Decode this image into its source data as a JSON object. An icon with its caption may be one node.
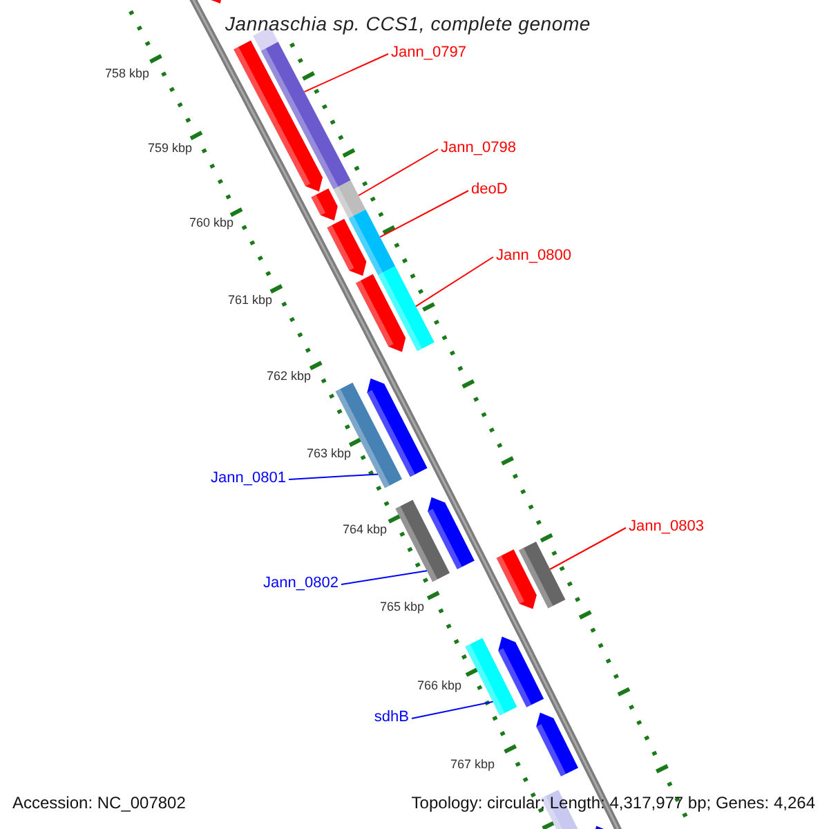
{
  "diagram": {
    "title": "Jannaschia sp. CCS1, complete genome",
    "nodes": [
      {
        "text": [
          "Jann_0797"
        ]
      },
      {
        "text": [],
        "shape": "bar"
      },
      {
        "text": [
          "Jann_0798"
        ]
      },
      {
        "text": [],
        "shape": "bar"
      },
      {
        "text": [
          "deoD"
        ]
      },
      {
        "text": [],
        "shape": "bar"
      },
      {
        "text": [
          "Jann_0800"
        ]
      },
      {
        "text": [],
        "shape": "bar"
      },
      {
        "text": [
          "Jann_0801"
        ]
      },
      {
        "text": [],
        "shape": "bar"
      },
      {
        "text": [
          "Jann_0803"
        ]
      },
      {
        "text": [],
        "shape": "bar"
      },
      {
        "text": [
          "Jann_0802"
        ]
      },
      {
        "text": [],
        "shape": "bar"
      },
      {
        "text": [
          "sdhB"
        ]
      },
      {
        "text": [],
        "shape": "bar"
      },
      {
        "text": [],
        "shape": "arrow"
      },
      {
        "text": [],
        "shape": "arrow"
      },
      {
        "text": [],
        "shape": "arrow"
      },
      {
        "text": [],
        "shape": "arrow"
      },
      {
        "text": [],
        "shape": "arrow"
      },
      {
        "text": [],
        "shape": "arrow"
      },
      {
        "text": [],
        "shape": "arrow"
      },
      {
        "text": [],
        "shape": "arrow"
      },
      {
        "text": [],
        "shape": "arrow"
      },
      {
        "text": [],
        "shape": "arrow"
      },
      {
        "text": [],
        "shape": "bar"
      },
      {
        "text": [],
        "shape": "arrow"
      }
    ],
    "edges": [
      {
        "from": 0,
        "to": 1,
        "arrow": "none"
      },
      {
        "from": 2,
        "to": 3,
        "arrow": "none"
      },
      {
        "from": 4,
        "to": 5,
        "arrow": "none"
      },
      {
        "from": 6,
        "to": 7,
        "arrow": "none"
      },
      {
        "from": 8,
        "to": 9,
        "arrow": "none",
        "color": "#0000ff"
      },
      {
        "from": 10,
        "to": 11,
        "arrow": "none"
      },
      {
        "from": 12,
        "to": 13,
        "arrow": "none",
        "color": "#0000ff"
      },
      {
        "from": 14,
        "to": 15,
        "arrow": "none",
        "color": "#0000ff"
      }
    ],
    "labels": [
      "758 kbp",
      "759 kbp",
      "760 kbp",
      "761 kbp",
      "762 kbp",
      "763 kbp",
      "764 kbp",
      "765 kbp",
      "766 kbp",
      "767 kbp",
      "Accession: NC_007802",
      "Topology: circular; Length: 4,317,977 bp; Genes: 4,264"
    ]
  }
}
